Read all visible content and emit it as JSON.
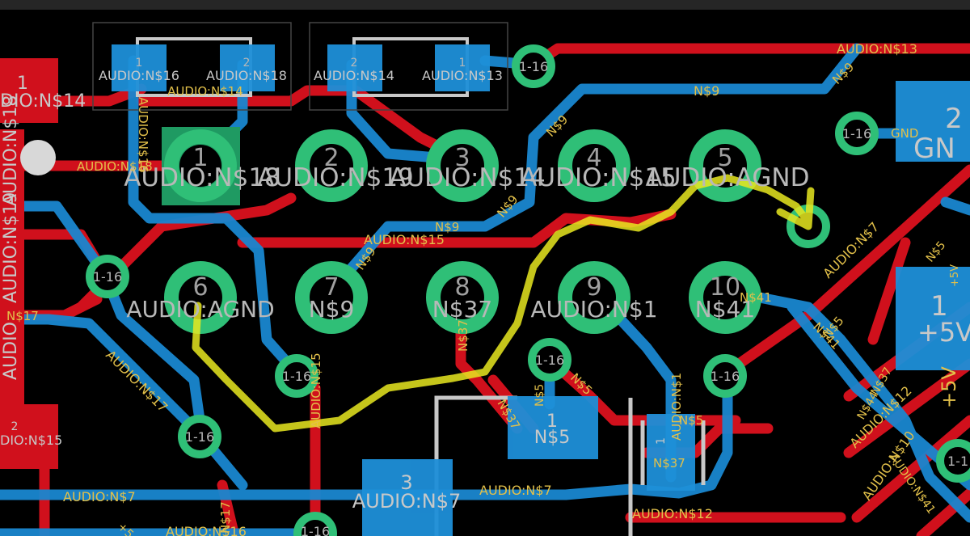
{
  "colors": {
    "background": "#000000",
    "top_copper": "#d0101c",
    "bottom_copper": "#1a87d0",
    "via_ring": "#2fbf77",
    "pad_square": "#1f9a62",
    "silk": "#c8c8c8",
    "net_label": "#e2c04a",
    "highlight": "#e8e820",
    "pad_blue": "#1e8fd8"
  },
  "header_pins": [
    {
      "num": "1",
      "net": "AUDIO:N$18"
    },
    {
      "num": "2",
      "net": "AUDIO:N$19"
    },
    {
      "num": "3",
      "net": "AUDIO:N$14"
    },
    {
      "num": "4",
      "net": "AUDIO:N$15"
    },
    {
      "num": "5",
      "net": "AUDIO:AGND"
    },
    {
      "num": "6",
      "net": "AUDIO:AGND"
    },
    {
      "num": "7",
      "net": "N$9"
    },
    {
      "num": "8",
      "net": "N$37"
    },
    {
      "num": "9",
      "net": "AUDIO:N$1"
    },
    {
      "num": "10",
      "net": "N$41"
    }
  ],
  "via_label": "1-16",
  "smd_parts": {
    "left": {
      "pad1_num": "1",
      "pad2_num": "2",
      "pad1_net": "AUDIO:N$16",
      "pad2_net": "AUDIO:N$18",
      "trace_label": "AUDIO:N$14"
    },
    "right": {
      "pad1_num": "2",
      "pad2_num": "1",
      "pad1_net": "AUDIO:N$14",
      "pad2_net": "AUDIO:N$13"
    }
  },
  "edge_labels": {
    "left_pad1_num": "1",
    "left_pad1_net": "DIO:N$14",
    "left_vertical_1": "AUDIO:N$18",
    "left_vertical_2": "AUDIO:N$19",
    "left_vertical_3": "AUDIO",
    "left_pad2_num": "2",
    "left_pad2_net": "DIO:N$15",
    "n17_label": "N$17",
    "right_pad_num": "2",
    "right_pad_net": "GN",
    "right_pad1_num": "1",
    "right_pad1_net": "+5V",
    "right_vertical": "+5V",
    "right_small": "+5V",
    "right_via_partial": "1-1"
  },
  "trace_labels": {
    "audio_n13": "AUDIO:N$13",
    "n9_top": "N$9",
    "n9_diag": "N$9",
    "gnd": "GND",
    "audio_n18": "AUDIO:N$18",
    "audio_n15": "AUDIO:N$15",
    "n9_mid": "N$9",
    "n9_diag2": "N$9",
    "audio_n7_right": "AUDIO:N$7",
    "n5_right": "N$5",
    "n41": "N$41",
    "n41_diag": "N$41",
    "n37_pin": "N$37",
    "audio_n17_diag": "AUDIO:N$17",
    "audio_n16_vert": "AUDIO:N$16",
    "n5_small": "N$5",
    "n5_diag": "N$5",
    "n37_diag": "N$37",
    "n5_bottom": "N$5",
    "n37_bottom": "N$37",
    "audio_n1_vert": "AUDIO:N$1",
    "audio_n7_bottom": "AUDIO:N$7",
    "audio_n7_left": "AUDIO:N$7",
    "audio_n12_bottom": "AUDIO:N$12",
    "audio_n12_diag": "AUDIO:N$12",
    "audio_n10_diag": "AUDIO:N$10",
    "audio_n41_diag": "AUDIO:N$41",
    "n44_diag": "N$44",
    "n37_right": "N$37",
    "audio_n15_vert": "AUDIO:N$15",
    "audio_n17_vert": "N$17",
    "audio_n16_bottom": "AUDIO:N$16",
    "plus5": "+5"
  },
  "bottom_parts": {
    "n5_part_num": "1",
    "n5_part_net": "N$5",
    "n7_part_num": "3",
    "n7_part_net": "AUDIO:N$7",
    "small_part_num": "1",
    "small_part_net": "N$37"
  }
}
